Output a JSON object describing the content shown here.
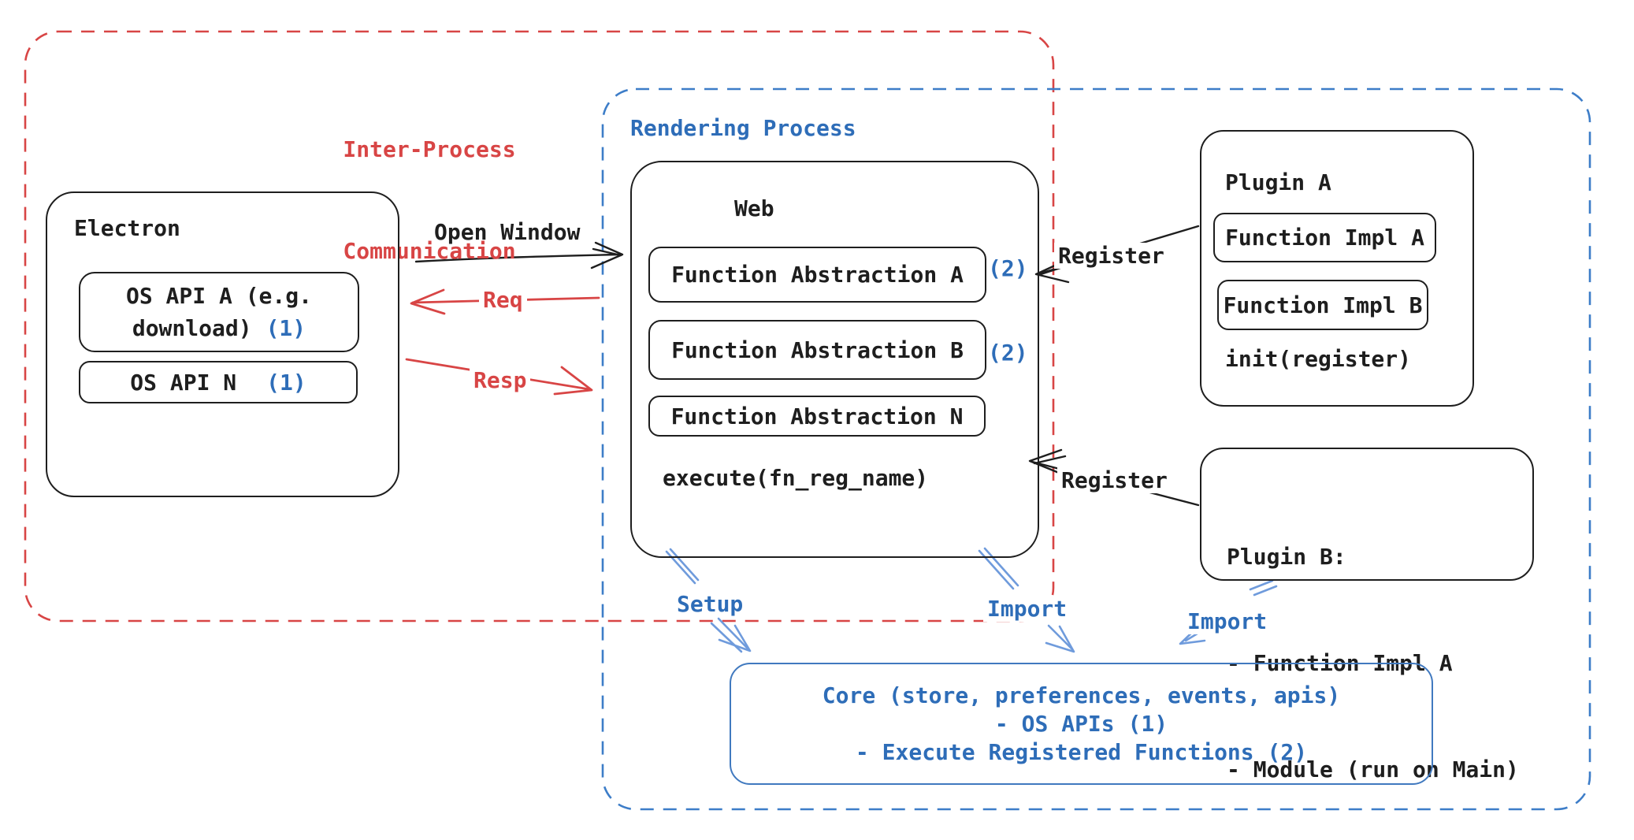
{
  "colors": {
    "ink": "#1e1e1e",
    "red": "#d84545",
    "blue": "#2e6db8",
    "arrow_blue": "#6f9bdc",
    "core_border": "#4079bf",
    "frame_blue": "#3d7dc8",
    "bg": "#ffffff"
  },
  "frames": {
    "ipc": {
      "label_line1": "Inter-Process",
      "label_line2": "Communication"
    },
    "rendering": {
      "label": "Rendering Process"
    }
  },
  "electron": {
    "title": "Electron",
    "api_a_line1": "OS API A (e.g.",
    "api_a_line2": "download)",
    "api_a_badge": "(1)",
    "api_n_label": "OS API N",
    "api_n_badge": "(1)"
  },
  "web": {
    "title": "Web",
    "fn_a": "Function Abstraction A",
    "fn_a_badge": "(2)",
    "fn_b": "Function Abstraction B",
    "fn_b_badge": "(2)",
    "fn_n": "Function Abstraction N",
    "execute": "execute(fn_reg_name)"
  },
  "plugin_a": {
    "title": "Plugin A",
    "impl_a": "Function Impl A",
    "impl_b": "Function Impl B",
    "init": "init(register)"
  },
  "plugin_b": {
    "line1": "Plugin B:",
    "line2": "- Function Impl A",
    "line3": "- Module (run on Main)"
  },
  "core": {
    "line1": "Core (store, preferences, events, apis)",
    "line2": "- OS APIs (1)",
    "line3": "- Execute Registered Functions (2)"
  },
  "arrows": {
    "open_window": "Open Window",
    "req": "Req",
    "resp": "Resp",
    "register_a": "Register",
    "register_b": "Register",
    "setup": "Setup",
    "import_web": "Import",
    "import_plugin": "Import"
  }
}
